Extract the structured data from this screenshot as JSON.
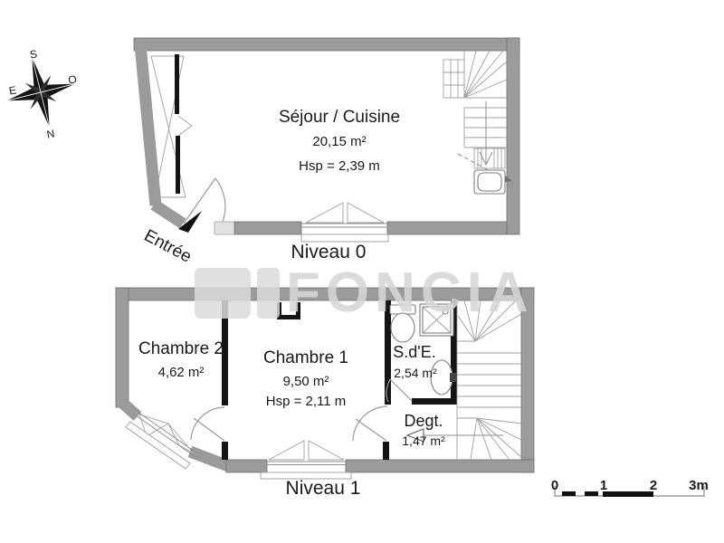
{
  "compass": {
    "north": "N",
    "south": "S",
    "east": "E",
    "west": "O"
  },
  "levels": [
    {
      "name": "Niveau 0",
      "entrance_label": "Entrée",
      "rooms": [
        {
          "name": "Séjour / Cuisine",
          "area": "20,15 m²",
          "ceiling_height": "Hsp = 2,39 m"
        }
      ]
    },
    {
      "name": "Niveau 1",
      "rooms": [
        {
          "name": "Chambre 2",
          "area": "4,62 m²"
        },
        {
          "name": "Chambre 1",
          "area": "9,50 m²",
          "ceiling_height": "Hsp = 2,11 m"
        },
        {
          "name": "S.d'E.",
          "area": "2,54 m²"
        },
        {
          "name": "Degt.",
          "area": "1,47 m²"
        }
      ]
    }
  ],
  "watermark": {
    "text": "FONCIA"
  },
  "scale_bar": {
    "ticks": [
      "0",
      "1",
      "2",
      "3m"
    ],
    "unit": "m"
  }
}
